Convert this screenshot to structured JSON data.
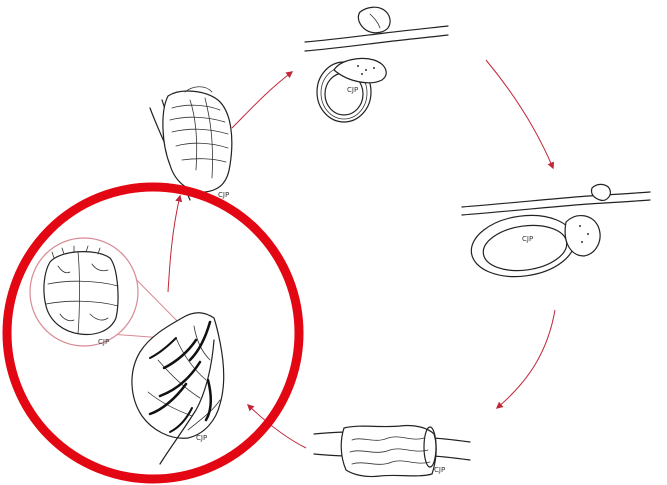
{
  "colors": {
    "arrow": "#c0283a",
    "highlight": "#e30613",
    "ink": "#222222",
    "zoom_circle": "#d98a94"
  },
  "illustrations": [
    {
      "name": "egg-mass-on-twig",
      "signature": "CJP"
    },
    {
      "name": "gall-on-branch",
      "signature": "CJP"
    },
    {
      "name": "gall-on-twig",
      "signature": "CJP"
    },
    {
      "name": "damaged-twig",
      "signature": "CJP"
    },
    {
      "name": "leaf-with-nymphs",
      "signature": "CJP"
    },
    {
      "name": "magnified-insect",
      "signature": "CJP"
    }
  ]
}
